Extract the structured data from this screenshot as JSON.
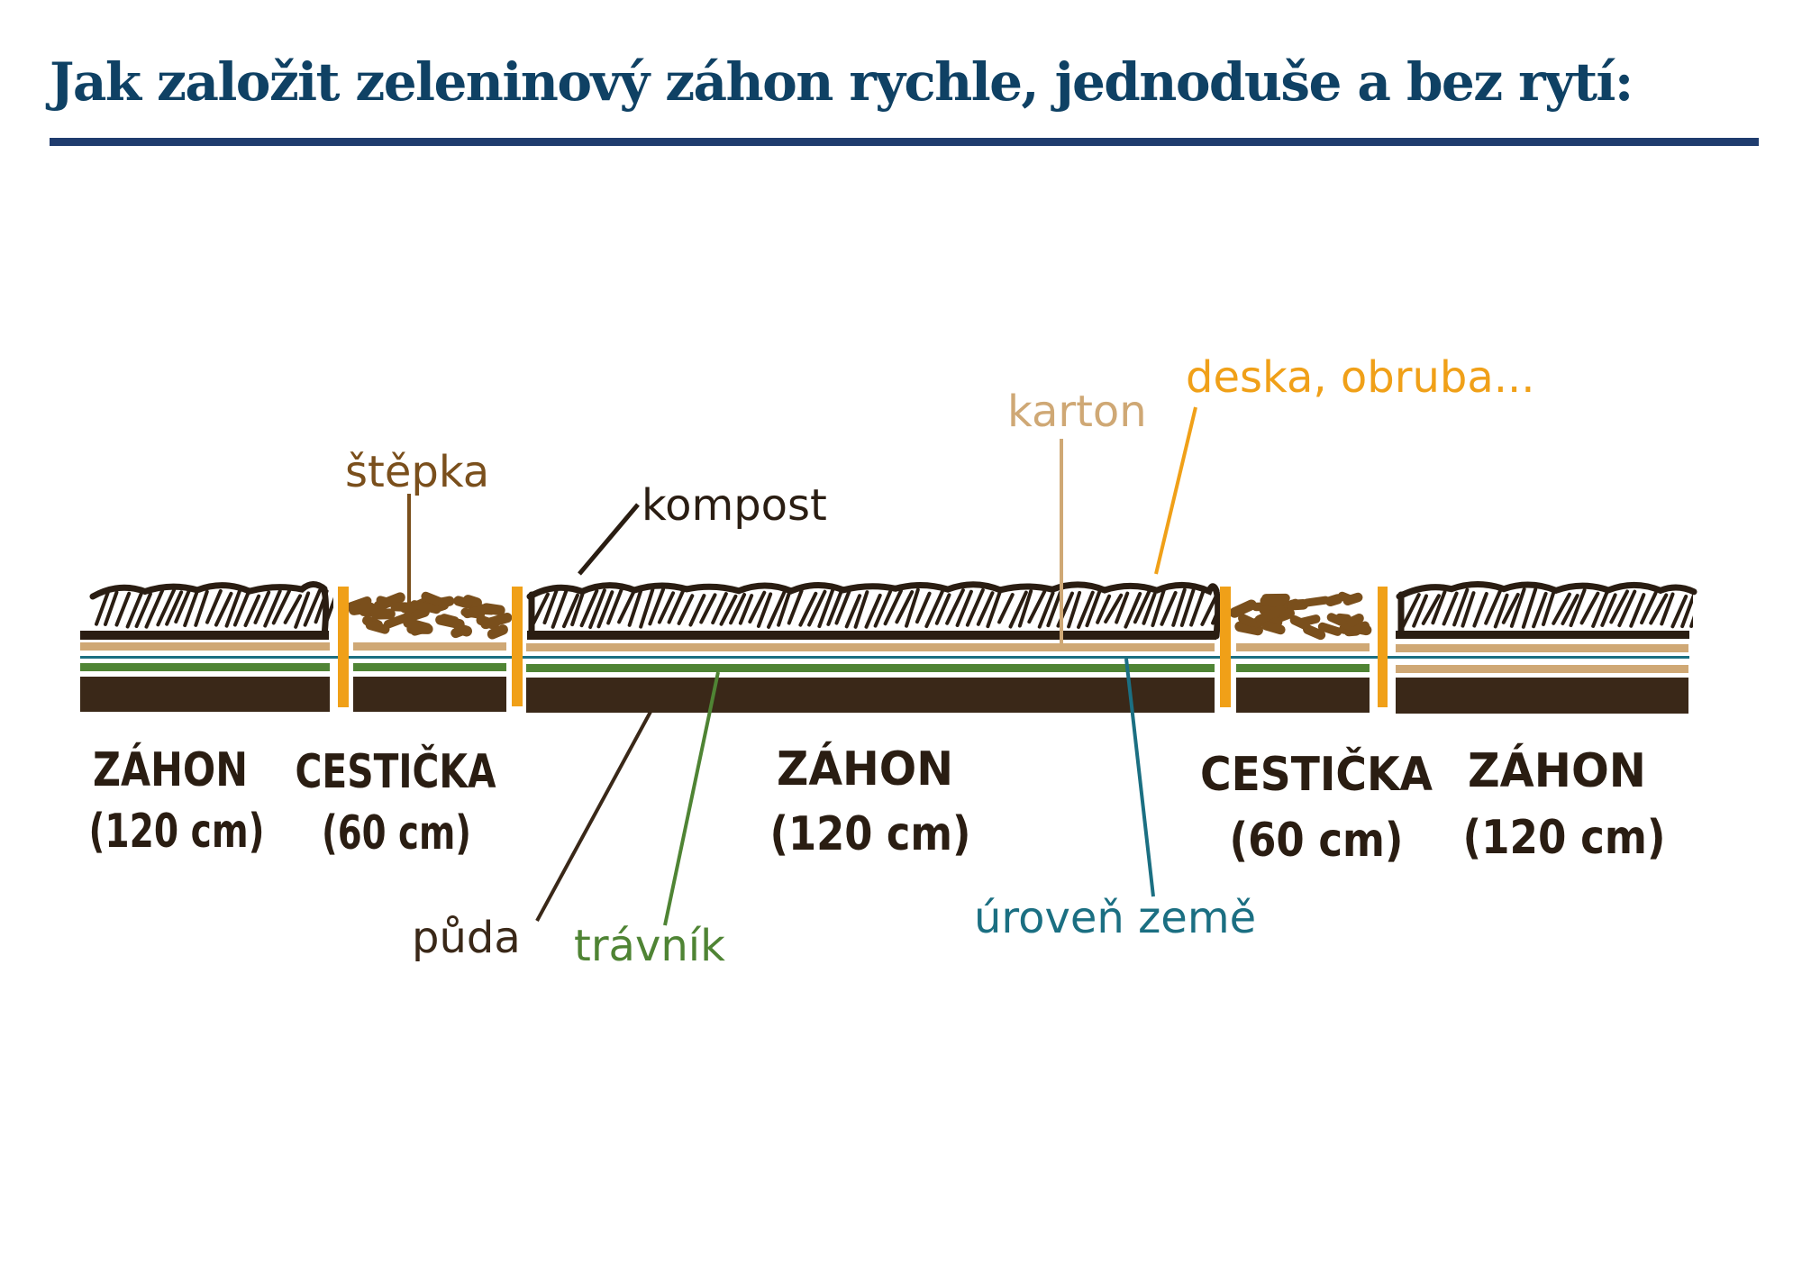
{
  "header": {
    "title": "Jak založit zeleninový záhon rychle, jednoduše a bez rytí:"
  },
  "colors": {
    "title": "#0f4164",
    "rule": "#1f3c6e",
    "compost_outline": "#2a1d12",
    "wood_chips": "#7a4f1c",
    "cardboard": "#cfa875",
    "ground_level": "#1b6f82",
    "lawn": "#4f8434",
    "soil": "#3a2818",
    "board": "#f0a018"
  },
  "layer_labels": {
    "wood_chips": "štěpka",
    "compost": "kompost",
    "cardboard": "karton",
    "board": "deska, obruba...",
    "soil": "půda",
    "lawn": "trávník",
    "ground_level": "úroveň země"
  },
  "sections": [
    {
      "type": "bed",
      "name": "ZÁHON",
      "width": "(120 cm)"
    },
    {
      "type": "path",
      "name": "CESTIČKA",
      "width": "(60 cm)"
    },
    {
      "type": "bed",
      "name": "ZÁHON",
      "width": "(120 cm)"
    },
    {
      "type": "path",
      "name": "CESTIČKA",
      "width": "(60 cm)"
    },
    {
      "type": "bed",
      "name": "ZÁHON",
      "width": "(120 cm)"
    }
  ]
}
